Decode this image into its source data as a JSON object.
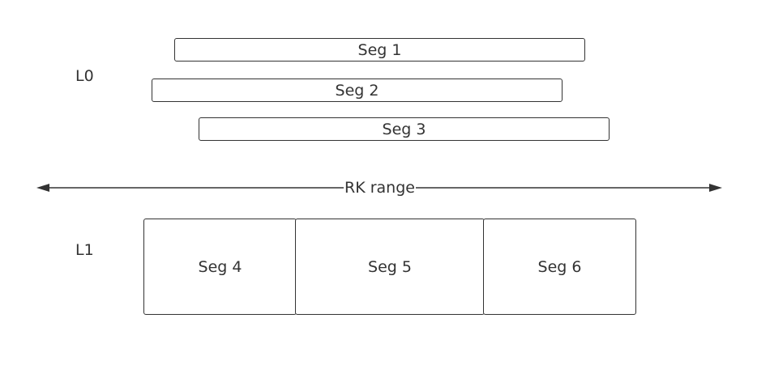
{
  "levels": {
    "l0": "L0",
    "l1": "L1"
  },
  "segments": {
    "seg1": "Seg 1",
    "seg2": "Seg 2",
    "seg3": "Seg 3",
    "seg4": "Seg 4",
    "seg5": "Seg 5",
    "seg6": "Seg 6"
  },
  "axis": {
    "label": "RK range"
  },
  "colors": {
    "stroke": "#333333",
    "background": "#ffffff"
  }
}
